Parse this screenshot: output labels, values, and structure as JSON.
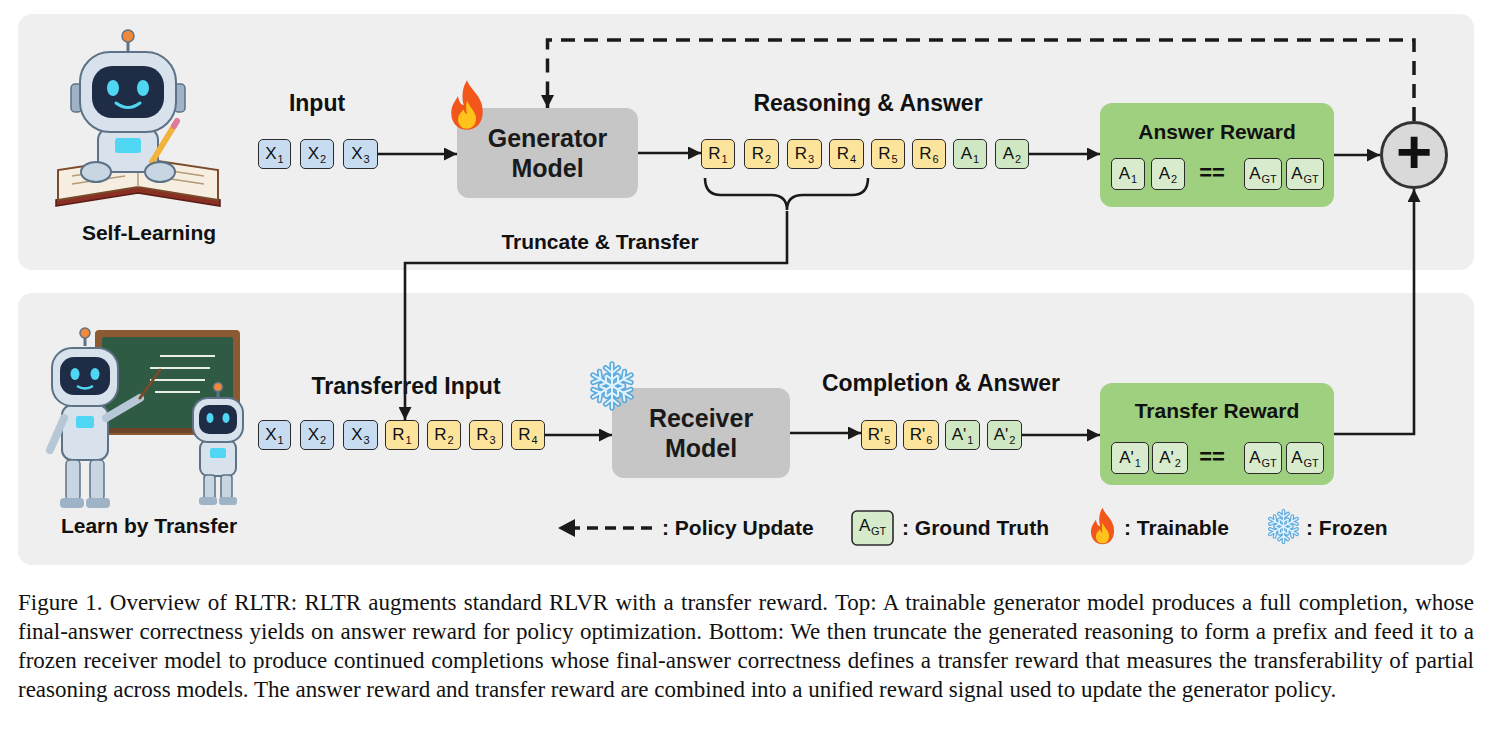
{
  "diagram": {
    "caption": "Figure 1. Overview of RLTR: RLTR augments standard RLVR with a transfer reward. Top: A trainable generator model produces a full completion, whose final-answer correctness yields on answer reward for policy optimization. Bottom: We then truncate the generated reasoning to form a prefix and feed it to a frozen receiver model to produce continued completions whose final-answer correctness defines a transfer reward that measures the transferability of partial reasoning across models. The answer reward and transfer reward are combined into a unified reward signal used to update the generator policy.",
    "nodes": [
      {
        "text": [
          "Self-Learning"
        ]
      },
      {
        "text": [
          "X",
          "1"
        ],
        "in": 0
      },
      {
        "text": [
          "X",
          "2"
        ],
        "in": 0
      },
      {
        "text": [
          "X",
          "3"
        ],
        "in": 0
      },
      {
        "text": [
          "Generator Model"
        ],
        "in": 0
      },
      {
        "text": [
          "R",
          "1"
        ],
        "in": 0
      },
      {
        "text": [
          "R",
          "2"
        ],
        "in": 0
      },
      {
        "text": [
          "R",
          "3"
        ],
        "in": 0
      },
      {
        "text": [
          "R",
          "4"
        ],
        "in": 0
      },
      {
        "text": [
          "R",
          "5"
        ],
        "in": 0
      },
      {
        "text": [
          "R",
          "6"
        ],
        "in": 0
      },
      {
        "text": [
          "A",
          "1"
        ],
        "in": 0
      },
      {
        "text": [
          "A",
          "2"
        ],
        "in": 0
      },
      {
        "text": [
          "Answer Reward",
          "=="
        ],
        "in": 0
      },
      {
        "text": [
          "A",
          "1"
        ],
        "in": 13
      },
      {
        "text": [
          "A",
          "2"
        ],
        "in": 13
      },
      {
        "text": [
          "A",
          "GT"
        ],
        "in": 13
      },
      {
        "text": [
          "A",
          "GT"
        ],
        "in": 13
      },
      {
        "text": [
          "+"
        ],
        "in": 0
      },
      {
        "text": [
          "Learn by Transfer"
        ]
      },
      {
        "text": [
          "X",
          "1"
        ],
        "in": 19
      },
      {
        "text": [
          "X",
          "2"
        ],
        "in": 19
      },
      {
        "text": [
          "X",
          "3"
        ],
        "in": 19
      },
      {
        "text": [
          "R",
          "1"
        ],
        "in": 19
      },
      {
        "text": [
          "R",
          "2"
        ],
        "in": 19
      },
      {
        "text": [
          "R",
          "3"
        ],
        "in": 19
      },
      {
        "text": [
          "R",
          "4"
        ],
        "in": 19
      },
      {
        "text": [
          "Receiver Model"
        ],
        "in": 19
      },
      {
        "text": [
          "R'",
          "5"
        ],
        "in": 19
      },
      {
        "text": [
          "R'",
          "6"
        ],
        "in": 19
      },
      {
        "text": [
          "A'",
          "1"
        ],
        "in": 19
      },
      {
        "text": [
          "A'",
          "2"
        ],
        "in": 19
      },
      {
        "text": [
          "Transfer Reward",
          "=="
        ],
        "in": 19
      },
      {
        "text": [
          "A'",
          "1"
        ],
        "in": 32
      },
      {
        "text": [
          "A'",
          "2"
        ],
        "in": 32
      },
      {
        "text": [
          "A",
          "GT"
        ],
        "in": 32
      },
      {
        "text": [
          "A",
          "GT"
        ],
        "in": 32
      }
    ],
    "edges": [
      {
        "from": 3,
        "to": 4,
        "arrow": "to"
      },
      {
        "from": 4,
        "to": 5,
        "arrow": "to"
      },
      {
        "from": 12,
        "to": 13,
        "arrow": "to"
      },
      {
        "from": 13,
        "to": 18,
        "arrow": "to"
      },
      {
        "from": 18,
        "to": 4,
        "arrow": "to"
      },
      {
        "from": 8,
        "to": 23,
        "label": "Truncate & Transfer",
        "arrow": "to"
      },
      {
        "from": 26,
        "to": 27,
        "arrow": "to"
      },
      {
        "from": 27,
        "to": 28,
        "arrow": "to"
      },
      {
        "from": 31,
        "to": 32,
        "arrow": "to"
      },
      {
        "from": 32,
        "to": 18,
        "arrow": "to"
      }
    ],
    "labels": [
      "Input",
      "Reasoning & Answer",
      "Transferred Input",
      "Completion & Answer",
      "A",
      "GT"
    ],
    "legend": [
      {
        "text": ": Policy Update"
      },
      {
        "text": ": Ground Truth"
      },
      {
        "text": ": Trainable"
      },
      {
        "text": ": Frozen"
      }
    ]
  }
}
